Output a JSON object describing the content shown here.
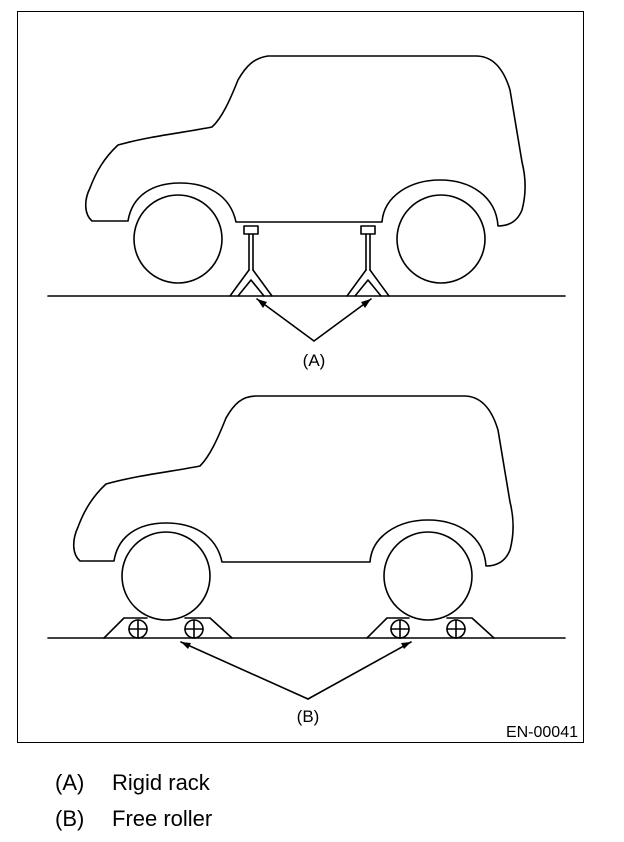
{
  "figure": {
    "callout_a": "(A)",
    "callout_b": "(B)",
    "figure_id": "EN-00041"
  },
  "legend": [
    {
      "key": "(A)",
      "label": "Rigid rack"
    },
    {
      "key": "(B)",
      "label": "Free roller"
    }
  ]
}
